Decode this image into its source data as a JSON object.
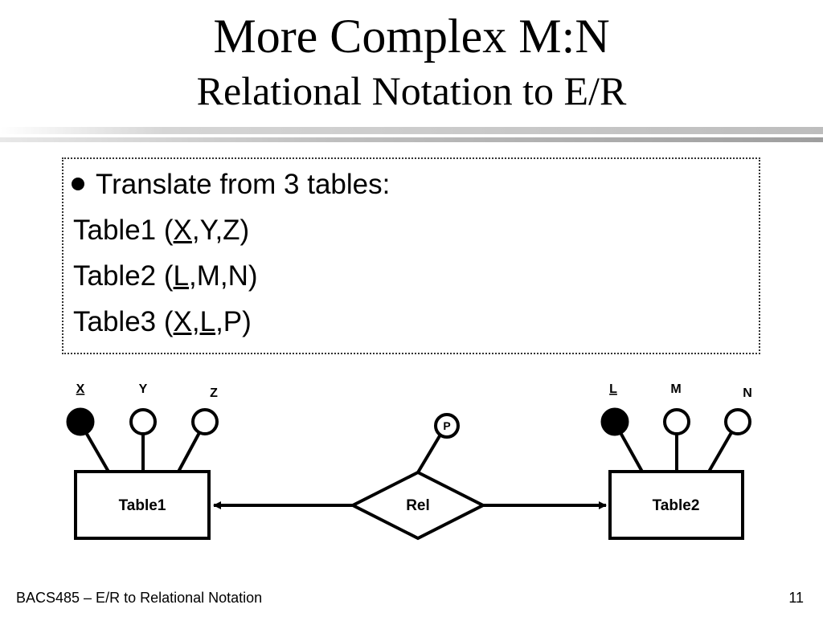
{
  "title": {
    "line1": "More Complex M:N",
    "line2": "Relational Notation to E/R"
  },
  "content": {
    "bullet": "Translate from 3 tables:",
    "tables": [
      {
        "name": "Table1",
        "open": " (",
        "key": "X",
        "rest": ",Y,Z)"
      },
      {
        "name": "Table2",
        "open": " (",
        "key": "L",
        "rest": ",M,N)"
      },
      {
        "name": "Table3",
        "open": " (",
        "key": "X,L",
        "rest": ",P)"
      }
    ]
  },
  "diagram": {
    "entity_left": "Table1",
    "entity_right": "Table2",
    "relationship": "Rel",
    "left_attributes": [
      {
        "label": "X",
        "key": true
      },
      {
        "label": "Y",
        "key": false
      },
      {
        "label": "Z",
        "key": false
      }
    ],
    "right_attributes": [
      {
        "label": "L",
        "key": true
      },
      {
        "label": "M",
        "key": false
      },
      {
        "label": "N",
        "key": false
      }
    ],
    "relationship_attribute": "P"
  },
  "footer": {
    "course": "BACS485 – E/R to Relational Notation",
    "page": "11"
  }
}
